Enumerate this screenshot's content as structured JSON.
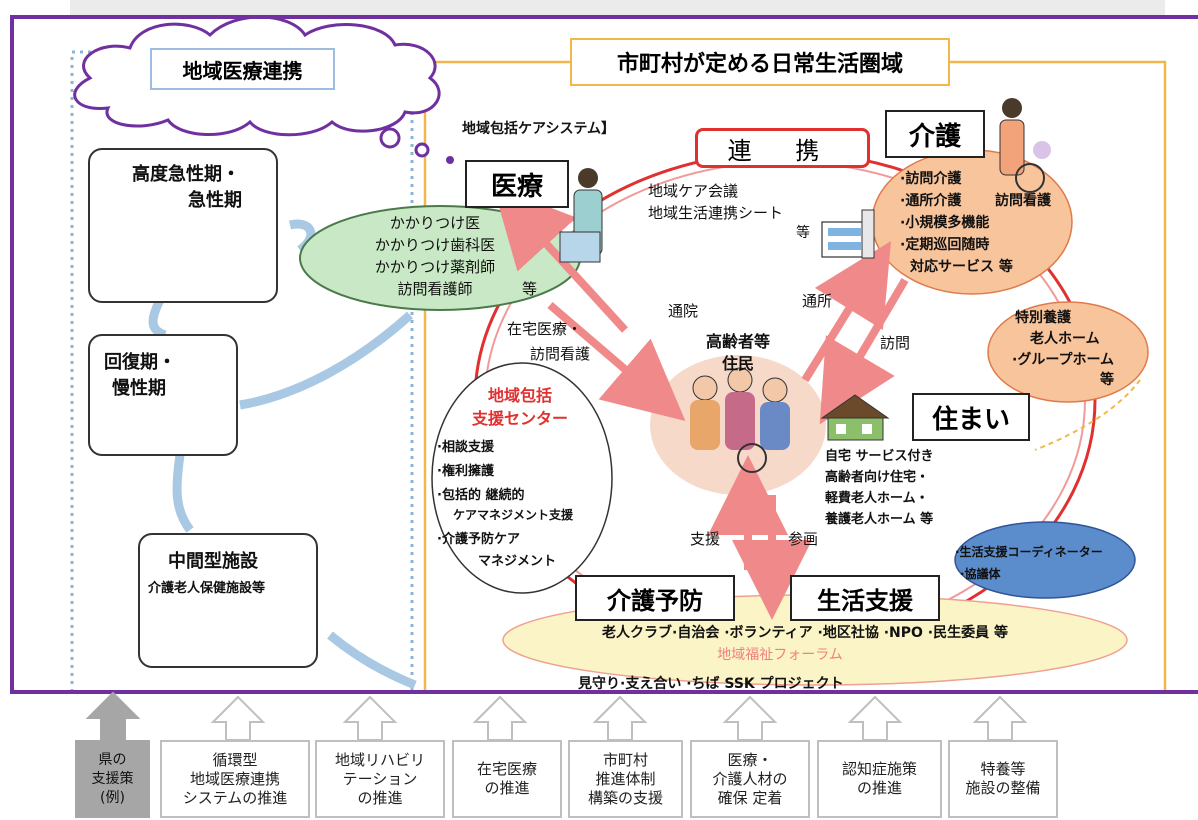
{
  "regional_medical": {
    "title": "地域医療連携",
    "acute": {
      "l1": "高度急性期・",
      "l2": "急性期"
    },
    "recovery": {
      "l1": "回復期・",
      "l2": "慢性期"
    },
    "intermediate": {
      "l1": "中間型施設",
      "l2": "介護老人保健施設等"
    }
  },
  "municipal": {
    "title": "市町村が定める日常生活圏域",
    "system_label": "地域包括ケアシステム】",
    "renkei": "連 携",
    "renkei_items": [
      "地域ケア会議",
      "地域生活連携シート",
      "等"
    ],
    "residents": {
      "l1": "高齢者等",
      "l2": "住民"
    }
  },
  "medical": {
    "title": "医療",
    "items": [
      "かかりつけ医",
      "かかりつけ歯科医",
      "かかりつけ薬剤師",
      "訪問看護師"
    ],
    "etc": "等"
  },
  "care": {
    "title": "介護",
    "items": [
      "·訪問介護",
      "·通所介護",
      "·小規模多機能",
      "·定期巡回随時",
      "対応サービス 等"
    ],
    "extra": "訪問看護",
    "special": [
      "特別養護",
      "老人ホーム",
      "·グループホーム",
      "等"
    ]
  },
  "housing": {
    "title": "住まい",
    "items": [
      "自宅 サービス付き",
      "高齢者向け住宅・",
      "軽費老人ホーム・",
      "養護老人ホーム 等"
    ]
  },
  "support_center": {
    "title_l1": "地域包括",
    "title_l2": "支援センター",
    "items": [
      "·相談支援",
      "·権利擁護",
      "·包括的 継続的",
      "ケアマネジメント支援",
      "·介護予防ケア",
      "マネジメント"
    ]
  },
  "arrows": {
    "tsuin": "通院",
    "home_medical_l1": "在宅医療・",
    "home_medical_l2": "訪問看護",
    "tsusho": "通所",
    "homon": "訪問",
    "shien": "支援",
    "sankaku": "参画"
  },
  "prevention": {
    "title": "介護予防"
  },
  "life_support": {
    "title": "生活支援"
  },
  "coordinator": {
    "l1": "·生活支援コーディネーター",
    "l2": "·協議体"
  },
  "community": {
    "groups": "老人クラブ·自治会 ·ボランティア ·地区社協 ·NPO ·民生委員 等",
    "forum": "地域福祉フォーラム"
  },
  "project": "見守り·支え合い ·ちば SSK プロジェクト",
  "bottom": [
    {
      "label": "県の\n支援策\n(例)"
    },
    {
      "label": "循環型\n地域医療連携\nシステムの推進"
    },
    {
      "label": "地域リハビリ\nテーション\nの推進"
    },
    {
      "label": "在宅医療\nの推進"
    },
    {
      "label": "市町村\n推進体制\n構築の支援"
    },
    {
      "label": "医療・\n介護人材の\n確保 定着"
    },
    {
      "label": "認知症施策\nの推進"
    },
    {
      "label": "特養等\n施設の整備"
    }
  ],
  "colors": {
    "purple": "#7030a0",
    "green_ellipse": "#c9e8c5",
    "orange_ellipse": "#f8c49b",
    "pink_ellipse": "#f6d9c9",
    "yellow_ellipse": "#fbf4c6",
    "blue_ellipse": "#5b8ccc",
    "red_circle": "#e03030",
    "orange_frame": "#f0b84a",
    "dotted_blue": "#8ab4d8"
  }
}
